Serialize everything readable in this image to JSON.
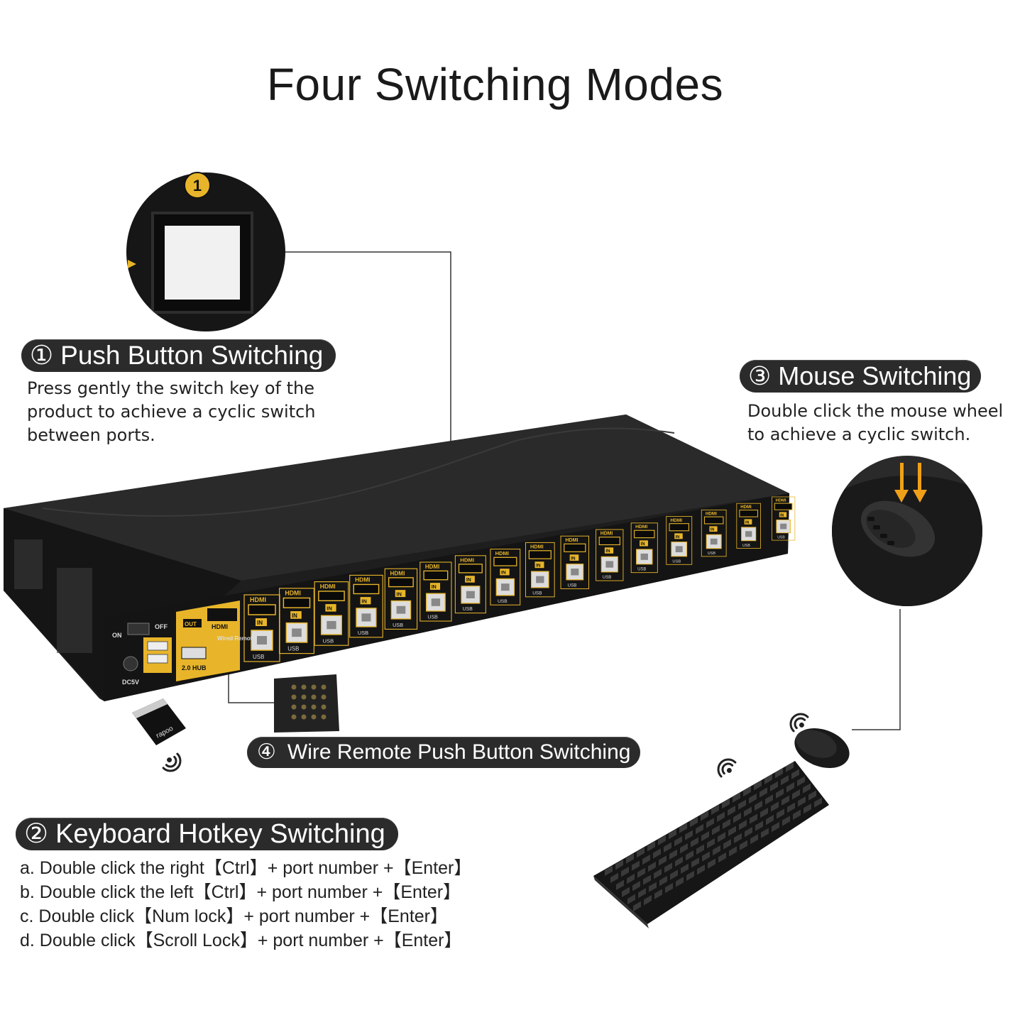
{
  "title": "Four Switching Modes",
  "modes": [
    {
      "num": "①",
      "label": "Push Button Switching",
      "description": [
        "Press gently the switch key of the",
        "product to achieve a cyclic switch",
        "between ports."
      ]
    },
    {
      "num": "②",
      "label": "Keyboard Hotkey Switching",
      "hotkeys": [
        "a. Double click the right【Ctrl】+ port number +【Enter】",
        "b. Double click the left【Ctrl】+ port number +【Enter】",
        "c. Double click【Num lock】+ port number +【Enter】",
        "d. Double click【Scroll Lock】+ port number +【Enter】"
      ]
    },
    {
      "num": "③",
      "label": "Mouse Switching",
      "description": [
        "Double click the mouse wheel",
        "to achieve a cyclic switch."
      ]
    },
    {
      "num": "④",
      "label": "Wire Remote Push Button Switching"
    }
  ],
  "device": {
    "badge": "1",
    "switch_on": "ON",
    "switch_off": "OFF",
    "out_label": "OUT",
    "hdmi_label": "HDMI",
    "hub_label": "2.0 HUB",
    "wired_remote": "Wired Remote",
    "dc_label": "DC5V",
    "port_hdmi": "HDMI",
    "port_in": "IN",
    "port_usb": "USB",
    "port_count": 16,
    "dongle_brand": "rapoo"
  },
  "colors": {
    "accent": "#e8b52a",
    "pill_bg": "#2b2b2b",
    "device": "#1b1b1b"
  }
}
